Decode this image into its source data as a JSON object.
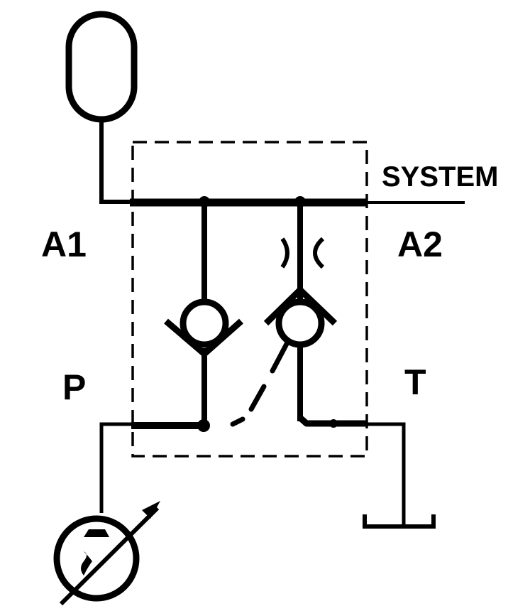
{
  "labels": {
    "system": "SYSTEM",
    "a1": "A1",
    "a2": "A2",
    "p": "P",
    "t": "T"
  },
  "components": {
    "accumulator": "accumulator-icon",
    "check_valve_left": "check-valve-icon",
    "check_valve_right": "pilot-check-valve-icon",
    "throttle": "throttle-icon",
    "pump": "variable-pump-icon",
    "tank": "tank-icon"
  },
  "colors": {
    "ink": "#000000",
    "background": "#ffffff"
  }
}
